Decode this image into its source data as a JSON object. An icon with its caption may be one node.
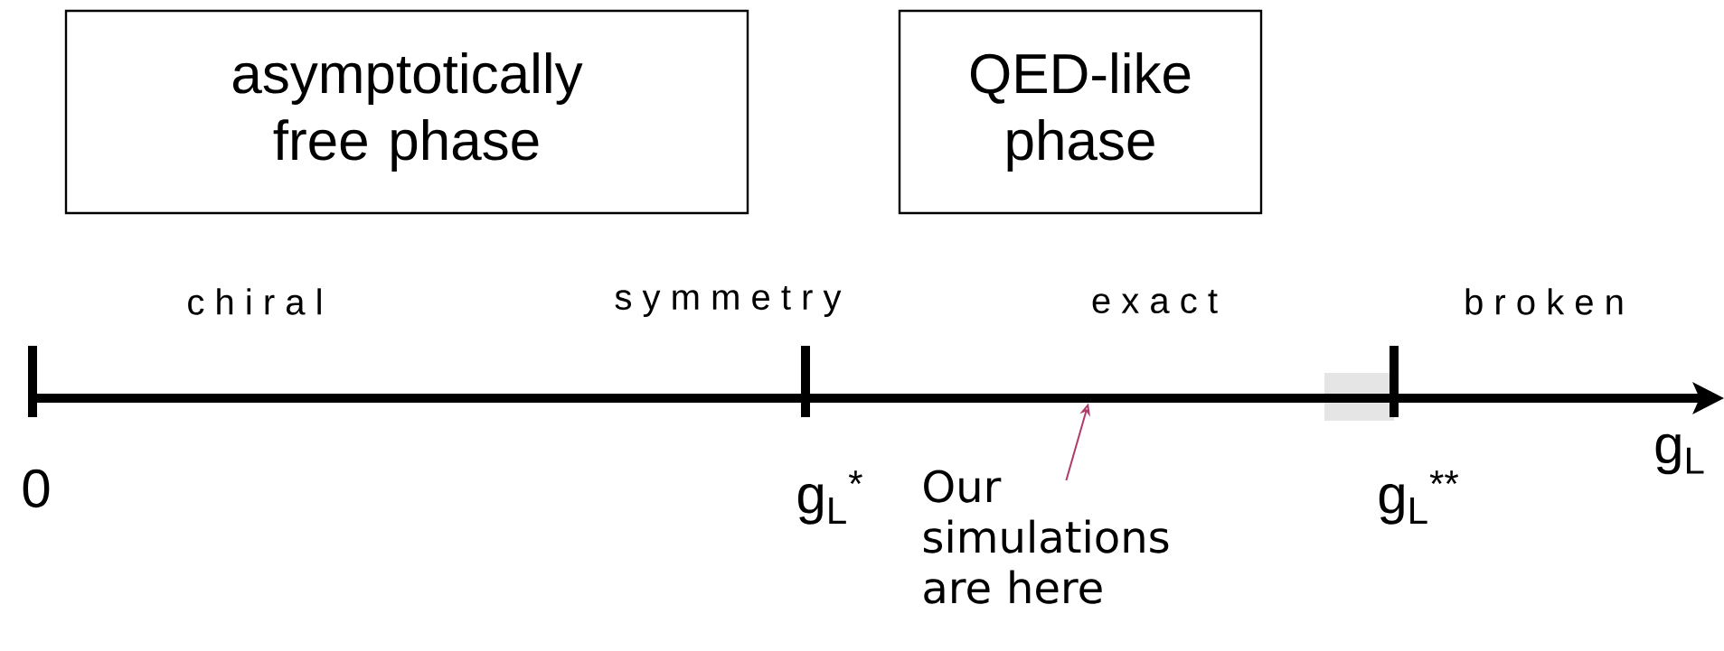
{
  "diagram": {
    "nodes": [
      {
        "text": [
          "asymptotically free phase"
        ]
      },
      {
        "text": [
          "QED-like phase"
        ]
      },
      {
        "text": [
          "Our simulations are here"
        ]
      },
      {
        "text": [],
        "shape": "line"
      }
    ],
    "edges": [
      {
        "from": 2,
        "to": 3,
        "arrow": "to",
        "color": "#b03a6a"
      }
    ],
    "labels": [
      "c h i r a l",
      "s y m m e t r y",
      "e x a c t",
      "b r o k e n",
      "0",
      "g$_{L}$$^{*}$",
      "g$_{L}$$^{**}$",
      "g$_{L}$"
    ]
  }
}
